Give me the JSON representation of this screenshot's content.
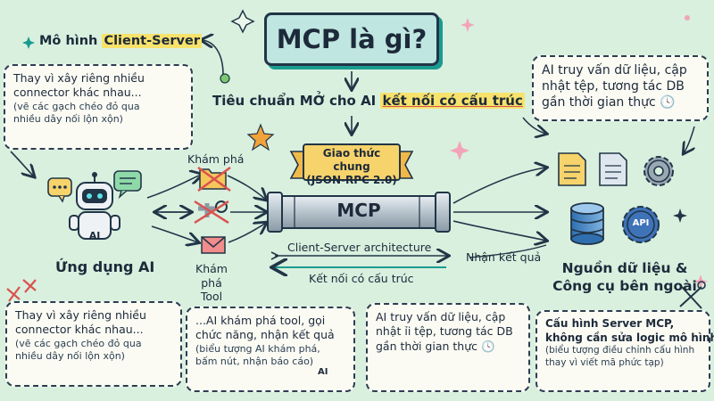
{
  "title": "MCP là gì?",
  "model": {
    "prefix": "Mô hình ",
    "highlight": "Client-Server"
  },
  "standard": {
    "prefix": "Tiêu chuẩn MỞ cho AI ",
    "highlight": "kết nối có cấu trúc"
  },
  "note_top_left": {
    "line1": "Thay vì xây riêng nhiều",
    "line2": "connector khác nhau...",
    "sub1": "(vẽ các gạch chéo đỏ qua",
    "sub2": "nhiều dây nối lộn xộn)"
  },
  "note_top_right": {
    "line1": "AI truy vấn dữ liệu, cập",
    "line2": "nhật tệp, tương tác DB",
    "line3": "gần thời gian thực"
  },
  "protocol": {
    "line1": "Giao thức chung",
    "line2": "(JSON-RPC 2.0)"
  },
  "mcp_label": "MCP",
  "ai_label": "AI",
  "app_label": "Ứng dụng AI",
  "explore_top": "Khám phá",
  "explore_bottom": {
    "line1": "Khám phá",
    "line2": "Tool"
  },
  "arch_label": "Client-Server architecture",
  "structured_label": "Kết nối có cấu trúc",
  "receive_label": "Nhận kết quả",
  "sources": {
    "line1": "Nguồn dữ liệu &",
    "line2": "Công cụ bên ngoài"
  },
  "api_label": "API",
  "note_bottom_left": {
    "line1": "Thay vì xây riêng nhiều",
    "line2": "connector khác nhau...",
    "sub1": "(vẽ các gạch chéo đỏ qua",
    "sub2": "nhiều dây nối lộn xộn)"
  },
  "note_bottom_mid1": {
    "line1": "...AI khám phá tool, gọi",
    "line2": "chức năng, nhận kết quả",
    "sub1": "(biểu tượng AI khám phá,",
    "sub2": "bấm nút, nhận báo cáo)"
  },
  "note_bottom_mid2": {
    "line1": "AI truy vấn dữ liệu, cập",
    "line2": "nhật ỉi tệp, tương tác DB",
    "line3": "gần thời gian thực"
  },
  "note_bottom_right": {
    "line1": "Cấu hình Server MCP,",
    "line2": "không cần sửa logic mô hình",
    "sub1": "(biểu tượng điều chỉnh cấu hình",
    "sub2": "thay vì viết mã phức tạp)"
  },
  "colors": {
    "background": "#d9f0df",
    "teal": "#1a9b8f",
    "highlight": "#f7e26b",
    "ink": "#213547",
    "red": "#d9534f"
  }
}
